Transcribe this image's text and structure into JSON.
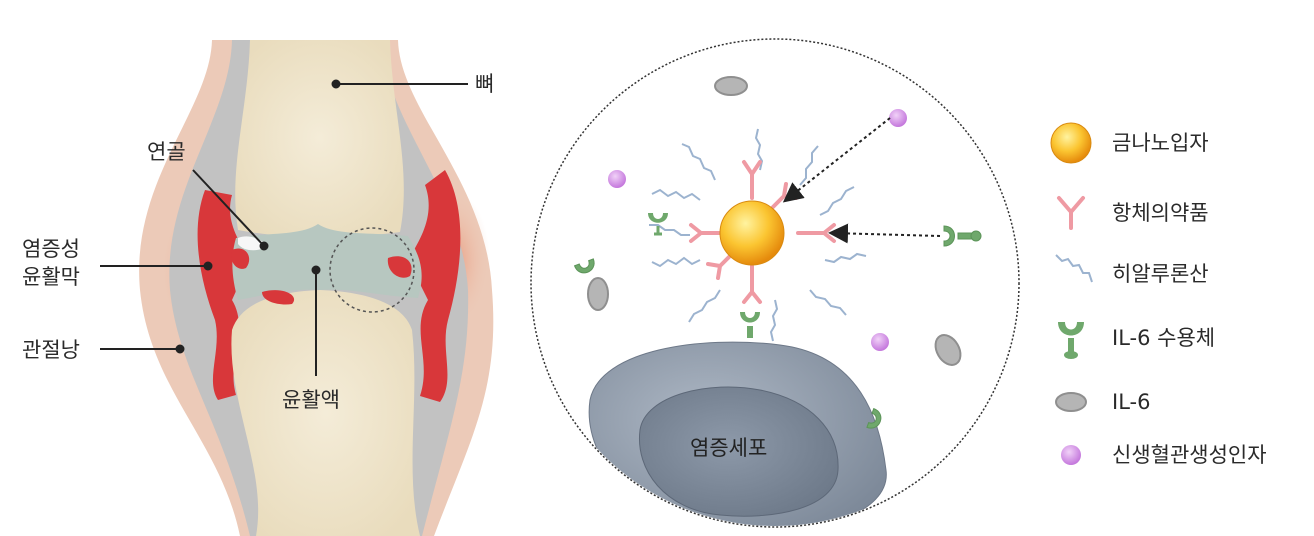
{
  "joint": {
    "labels": {
      "bone": "뼈",
      "cartilage": "연골",
      "synovium": [
        "염증성",
        "윤활막"
      ],
      "capsule": "관절낭",
      "fluid": "윤활액"
    }
  },
  "zoom": {
    "cell": "염증세포"
  },
  "legend": [
    {
      "icon": "gold-nanoparticle-icon",
      "label": "금나노입자"
    },
    {
      "icon": "antibody-icon",
      "label": "항체의약품"
    },
    {
      "icon": "hyaluronic-acid-icon",
      "label": "히알루론산"
    },
    {
      "icon": "il6-receptor-icon",
      "label": "IL-6 수용체"
    },
    {
      "icon": "il6-icon",
      "label": "IL-6"
    },
    {
      "icon": "angiogenic-factor-icon",
      "label": "신생혈관생성인자"
    }
  ],
  "colors": {
    "bone": "#f0e7d2",
    "tissue": "#eccab8",
    "capsule": "#bdbdbd",
    "inflamed": "#d8373a",
    "fluid": "#b7c7c0",
    "gold": "#f6a623",
    "antibody": "#ef9aa3",
    "hyaluronic": "#9cb3cf",
    "receptor": "#6fa86c",
    "il6": "#b5b5b5",
    "angiogenic": "#d69be6",
    "cell": "#9aa6b4"
  }
}
